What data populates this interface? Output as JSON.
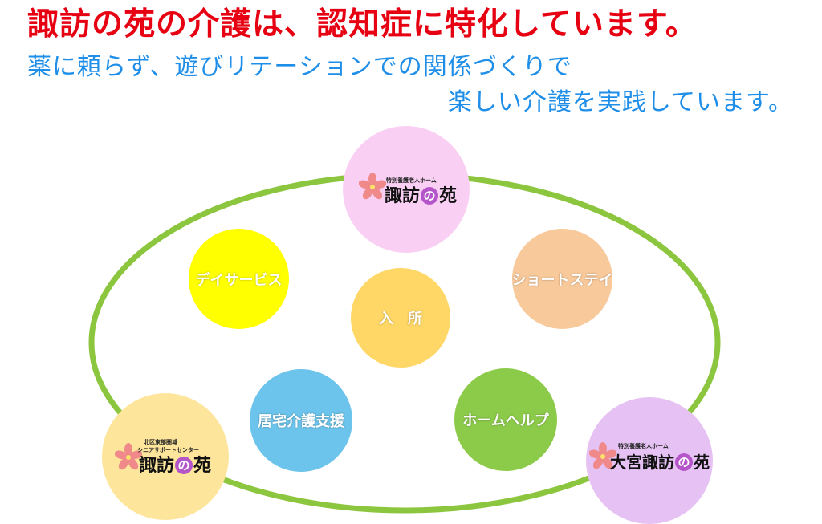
{
  "headline": "諏訪の苑の介護は、認知症に特化しています。",
  "subline1": "薬に頼らず、遊びリテーションでの関係づくりで",
  "subline2": "楽しい介護を実践しています。",
  "colors": {
    "headline": "#e60012",
    "subline": "#1e8ee8",
    "ring": "#8cc63f"
  },
  "facilities": {
    "top": {
      "caption": "特別養護老人ホーム",
      "name_a": "諏訪",
      "name_no": "の",
      "name_b": "苑",
      "color": "#f9d0f4"
    },
    "bottom_left": {
      "caption_line1": "北区東部圏域",
      "caption_line2": "シニアサポートセンター",
      "name_a": "諏訪",
      "name_no": "の",
      "name_b": "苑",
      "color": "#fde59b"
    },
    "bottom_right": {
      "caption": "特別養護老人ホーム",
      "name_a": "大宮諏訪",
      "name_no": "の",
      "name_b": "苑",
      "color": "#e6c2f4"
    }
  },
  "services": [
    {
      "label": "デイサービス",
      "color": "#ffff00"
    },
    {
      "label": "入　所",
      "color": "#ffd766"
    },
    {
      "label": "ショートステイ",
      "color": "#f8c99a"
    },
    {
      "label": "居宅介護支援",
      "color": "#6cc4ec"
    },
    {
      "label": "ホームヘルプ",
      "color": "#8ccb4a"
    }
  ]
}
